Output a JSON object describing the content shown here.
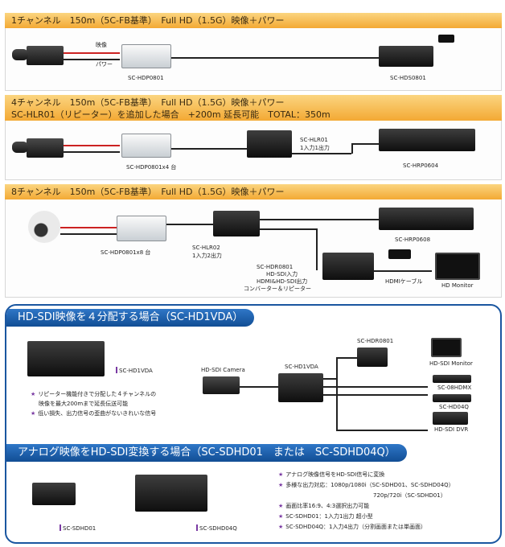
{
  "sections": [
    {
      "title": "1チャンネル　150m（5C-FB基準）　Full HD（1.5G）映像＋パワー"
    },
    {
      "title_line1": "4チャンネル　150m（5C-FB基準）　Full HD（1.5G）映像＋パワー",
      "title_line2": "SC-HLR01（リピーター）を追加した場合　+200m 延長可能　TOTAL：350m"
    },
    {
      "title": "8チャンネル　150m（5C-FB基準）　Full HD（1.5G）映像＋パワー"
    }
  ],
  "diagram1": {
    "video_label": "映像",
    "power_label": "パワー",
    "transmitter": "SC-HDP0801",
    "receiver": "SC-HDS0801"
  },
  "diagram2": {
    "transmitter": "SC-HDP0801x4 台",
    "repeater": "SC-HLR01",
    "repeater_desc": "1入力1出力",
    "receiver": "SC-HRP0604"
  },
  "diagram3": {
    "transmitter": "SC-HDP0801x8 台",
    "repeater": "SC-HLR02",
    "repeater_desc": "1入力2出力",
    "receiver": "SC-HRP0608",
    "converter": "SC-HDR0801",
    "converter_desc1": "HD-SDI入力",
    "converter_desc2": "HDMI&HD-SDI出力",
    "converter_desc3": "コンバーター＆リピーター",
    "hdmi_cable": "HDMIケーブル",
    "monitor": "HD Monitor"
  },
  "sdi_section": {
    "title": "HD-SDI映像を４分配する場合（SC-HD1VDA）",
    "product": "SC-HD1VDA",
    "bullets": [
      "リピーター機能付きで分配した４チャンネルの",
      "映像を最大200mまで延長伝送可能",
      "低い損失、出力信号の歪曲がないきれいな信号"
    ],
    "camera": "HD-SDI Camera",
    "splitter": "SC-HD1VDA",
    "converter": "SC-HDR0801",
    "outputs": [
      "HD-SDI Monitor",
      "SC-08HDMX",
      "SC-HD04Q",
      "HD-SDI DVR"
    ]
  },
  "analog_section": {
    "title": "アナログ映像をHD-SDI変換する場合（SC-SDHD01　または　SC-SDHD04Q）",
    "products": [
      "SC-SDHD01",
      "SC-SDHD04Q"
    ],
    "bullets": [
      "アナログ映像信号をHD-SDI信号に変換",
      "多様な出力対応：1080p/1080i（SC-SDHD01、SC-SDHD04Q）",
      "720p/720i（SC-SDHD01）",
      "画面比率16:9、4:3選択出力可能",
      "SC-SDHD01：1入力1出力 超小型",
      "SC-SDHD04Q：1入力4出力（分割画面または単画面）"
    ]
  }
}
